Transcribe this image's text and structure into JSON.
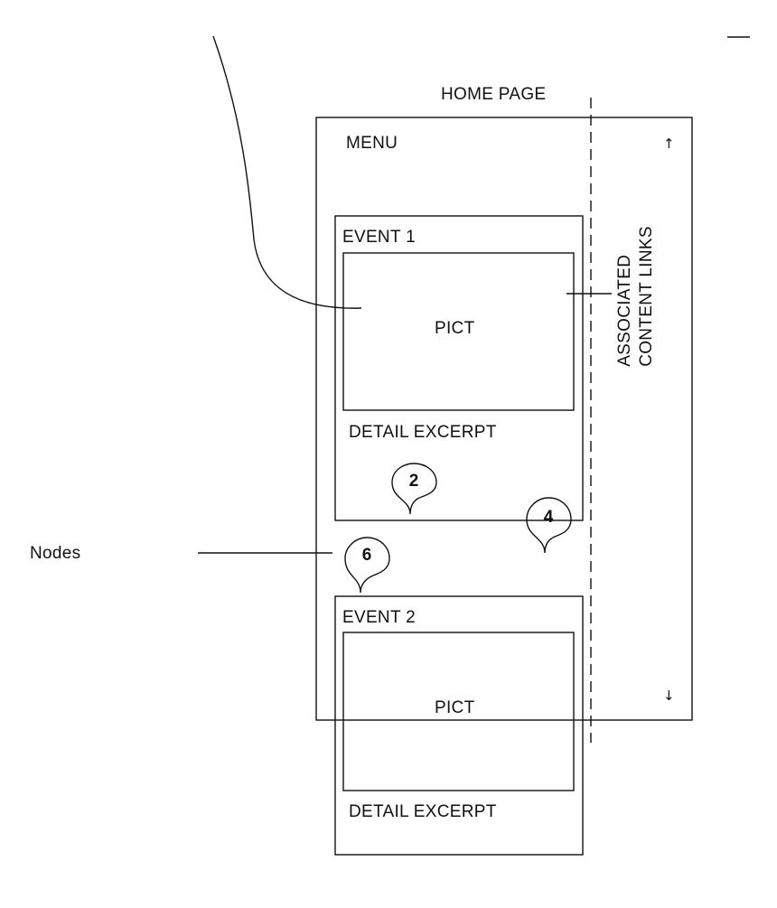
{
  "labels": {
    "home_page": "HOME PAGE",
    "menu": "MENU",
    "event_1": "EVENT 1",
    "pict_1": "PICT",
    "detail_excerpt_1": "DETAIL EXCERPT",
    "associated_line_1": "ASSOCIATED",
    "associated_line_2": "CONTENT LINKS",
    "event_2": "EVENT 2",
    "pict_2": "PICT",
    "detail_excerpt_2": "DETAIL EXCERPT",
    "nodes": "Nodes"
  },
  "callouts": {
    "c2": "2",
    "c4": "4",
    "c6": "6"
  },
  "icons": {
    "scroll_up": "↑",
    "scroll_down": "↓"
  }
}
